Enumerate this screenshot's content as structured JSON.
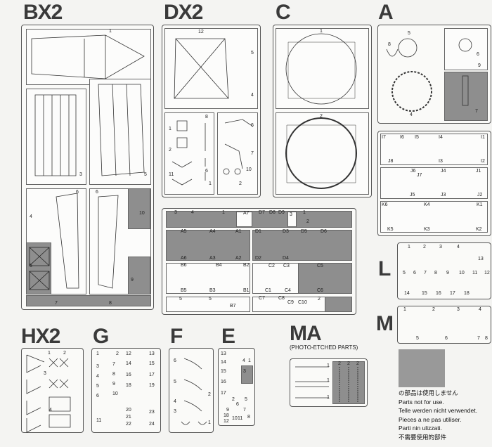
{
  "headers": {
    "bx2": "BX2",
    "dx2": "DX2",
    "c": "C",
    "a": "A",
    "l": "L",
    "m": "M",
    "hx2": "HX2",
    "g": "G",
    "f": "F",
    "e": "E",
    "ma": "MA",
    "ma_sub": "(PHOTO-ETCHED PARTS)"
  },
  "sprues": {
    "bx2": [
      "1",
      "3",
      "5",
      "6",
      "4",
      "5",
      "7",
      "6",
      "8",
      "9",
      "10"
    ],
    "dx2": [
      "12",
      "5",
      "4",
      "1",
      "2",
      "11",
      "8",
      "6",
      "1",
      "6",
      "7",
      "10",
      "2"
    ],
    "c": [
      "1",
      "2"
    ],
    "a": [
      "5",
      "8",
      "6",
      "9",
      "4",
      "7"
    ],
    "ijk": [
      "I7",
      "I6",
      "I5",
      "I4",
      "I1",
      "J8",
      "I3",
      "I2",
      "J6",
      "J7",
      "J4",
      "J1",
      "J5",
      "J3",
      "J2",
      "K6",
      "K4",
      "K1",
      "K5",
      "K3",
      "K2"
    ],
    "abcd": [
      "3",
      "4",
      "1",
      "A7",
      "D7",
      "D8",
      "D9",
      "3",
      "1",
      "2",
      "A5",
      "A4",
      "A1",
      "A6",
      "A3",
      "A2",
      "D1",
      "D3",
      "D5",
      "D6",
      "D2",
      "D4",
      "B6",
      "B4",
      "B2",
      "B5",
      "B3",
      "B1",
      "C2",
      "C3",
      "C5",
      "C1",
      "C4",
      "C6",
      "5",
      "5",
      "B7",
      "C7",
      "C8",
      "C9",
      "C10",
      "2"
    ],
    "l": [
      "1",
      "2",
      "3",
      "4",
      "13",
      "5",
      "6",
      "7",
      "8",
      "9",
      "10",
      "11",
      "12",
      "14",
      "15",
      "16",
      "17",
      "18"
    ],
    "m": [
      "1",
      "2",
      "3",
      "4",
      "5",
      "6",
      "7",
      "8"
    ],
    "hx2": [
      "1",
      "2",
      "3",
      "4"
    ],
    "g": [
      "1",
      "2",
      "3",
      "4",
      "5",
      "6",
      "7",
      "8",
      "9",
      "10",
      "11",
      "12",
      "13",
      "14",
      "15",
      "16",
      "17",
      "18",
      "19",
      "20",
      "21",
      "22",
      "23",
      "24"
    ],
    "f": [
      "6",
      "5",
      "4",
      "3",
      "2",
      "1"
    ],
    "e": [
      "13",
      "14",
      "15",
      "16",
      "17",
      "18",
      "4",
      "1",
      "3",
      "2",
      "5",
      "6",
      "7",
      "8",
      "9",
      "10",
      "11",
      "12"
    ],
    "ma": [
      "1",
      "1",
      "1",
      "2",
      "2",
      "2"
    ]
  },
  "legend": {
    "jp": "の部品は使用しません",
    "en": "Parts not for use.",
    "de": "Telle werden nicht verwendet.",
    "fr": "Pieces a ne pas utiliser.",
    "it": "Parti nin ulizzati.",
    "zh": "不需要使用的部件"
  },
  "colors": {
    "unused_grey": "#999999"
  }
}
